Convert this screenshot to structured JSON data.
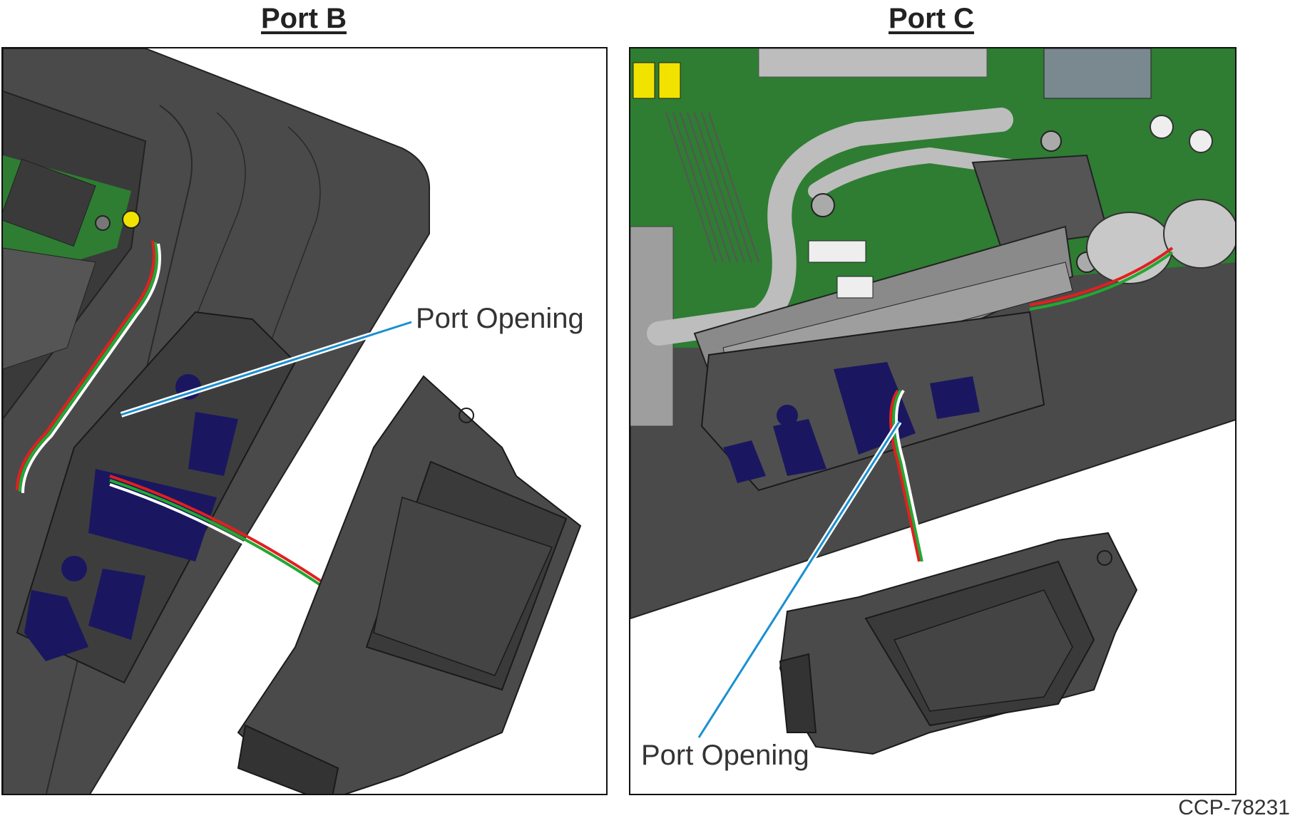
{
  "panels": [
    {
      "title": "Port B",
      "callout": "Port Opening"
    },
    {
      "title": "Port C",
      "callout": "Port Opening"
    }
  ],
  "figure_id": "CCP-78231",
  "colors": {
    "housing": "#4a4a4a",
    "housing_dark": "#3a3a3a",
    "pcb_green": "#2e7d32",
    "port_blue": "#1a1760",
    "leader_line": "#1a8fd0",
    "cable_red": "#e02020",
    "cable_green": "#22a832",
    "connector_yellow": "#f2e200"
  },
  "icons": [
    "cable-icon",
    "port-cover-icon",
    "screw-icon"
  ]
}
